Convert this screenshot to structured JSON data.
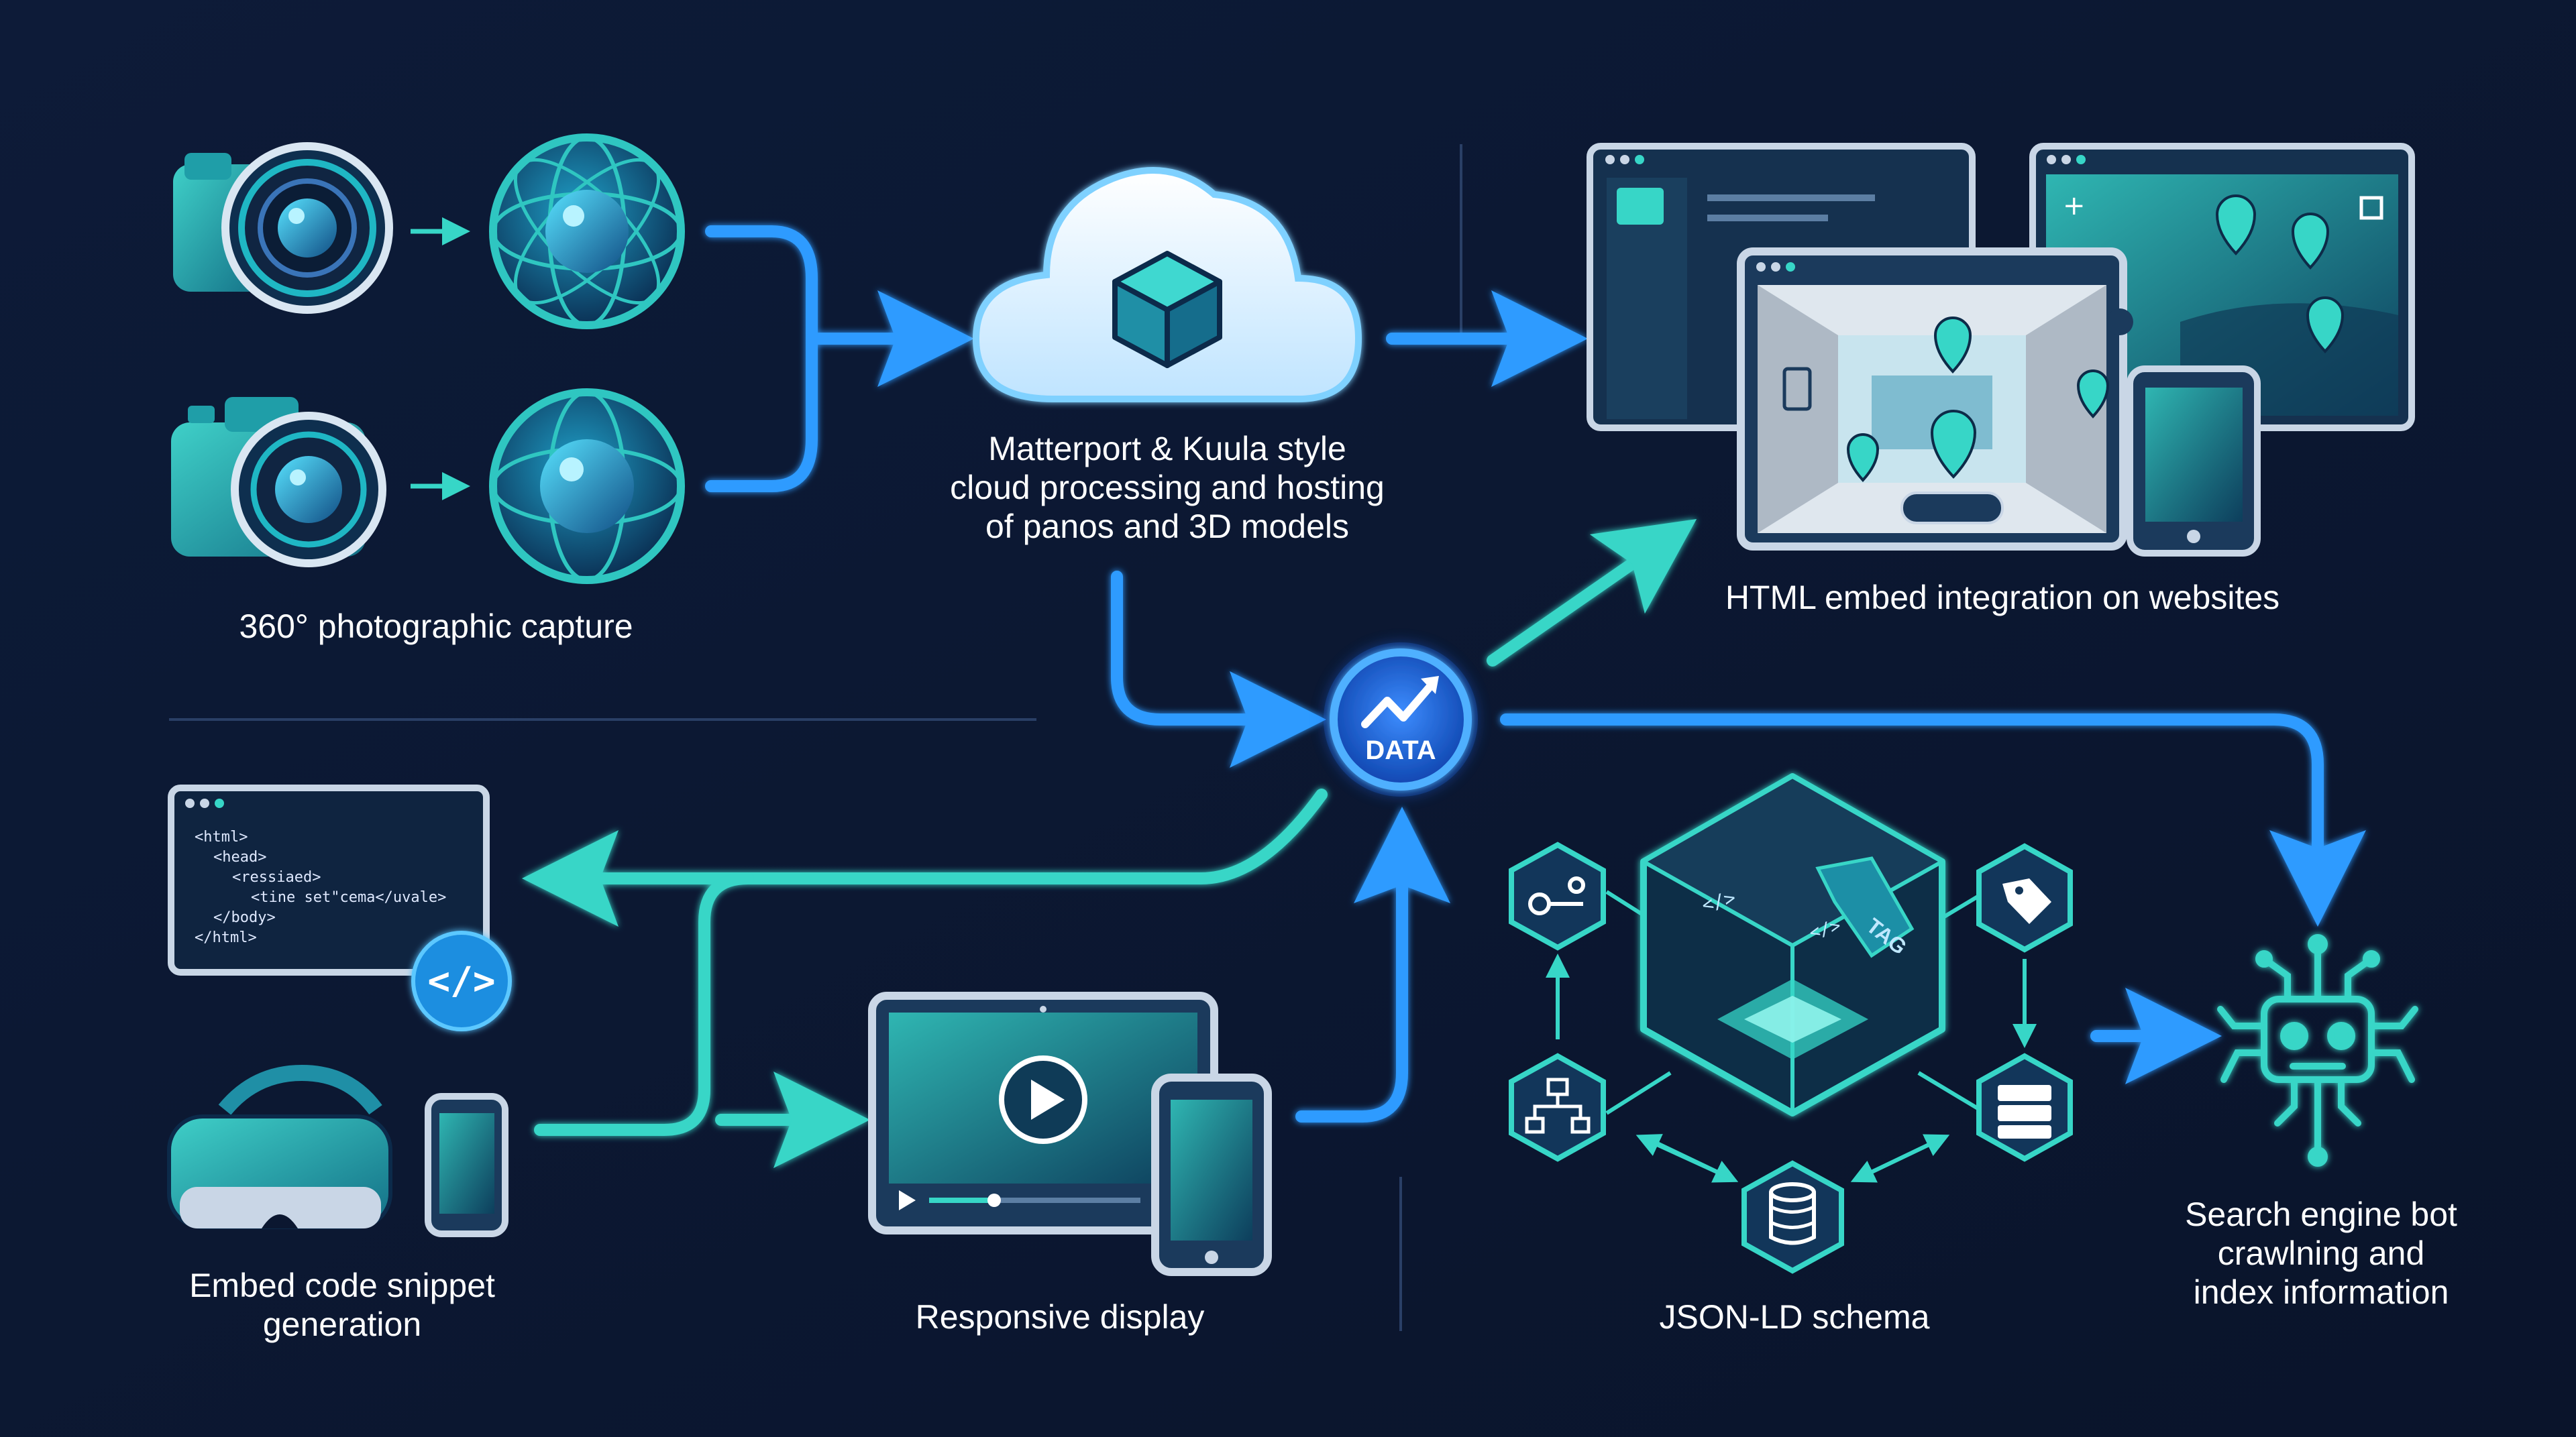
{
  "colors": {
    "background": "#0b1730",
    "flow_blue": "#2f9bff",
    "flow_teal": "#37d6c7",
    "device_teal": "#1fa6a1",
    "text": "#ffffff"
  },
  "icons": {
    "capture": [
      "camera-icon",
      "panorama-sphere-icon",
      "dslr-camera-icon"
    ],
    "cloud": [
      "cloud-icon",
      "3d-cube-icon"
    ],
    "embed": [
      "browser-window-icon",
      "map-pin-icon",
      "tablet-icon"
    ],
    "data_hub": [
      "chart-trend-icon"
    ],
    "code": [
      "code-window-icon",
      "code-brackets-icon"
    ],
    "devices": [
      "vr-headset-icon",
      "smartphone-icon",
      "monitor-icon",
      "play-icon"
    ],
    "schema": [
      "schema-cube-icon",
      "key-icon",
      "tag-icon",
      "sitemap-icon",
      "server-icon",
      "database-icon"
    ],
    "bot": [
      "robot-icon"
    ]
  },
  "stages": {
    "capture": {
      "label": "360° photographic capture"
    },
    "cloud": {
      "lines": [
        "Matterport & Kuula style",
        "cloud processing and hosting",
        "of panos and 3D models"
      ]
    },
    "embed": {
      "label": "HTML embed integration on websites"
    },
    "data": {
      "label": "DATA"
    },
    "snippet": {
      "lines": [
        "Embed code snippet",
        "generation"
      ],
      "code_lines": [
        "<html>",
        "<head>",
        "<ressiaed>",
        "<tine set\"cema</uvale>",
        "</body>",
        "</html>"
      ]
    },
    "responsive": {
      "label": "Responsive display"
    },
    "schema": {
      "label": "JSON-LD schema",
      "cube_tag": "TAG"
    },
    "search": {
      "lines": [
        "Search engine bot",
        "crawlning and",
        "index information"
      ]
    }
  }
}
